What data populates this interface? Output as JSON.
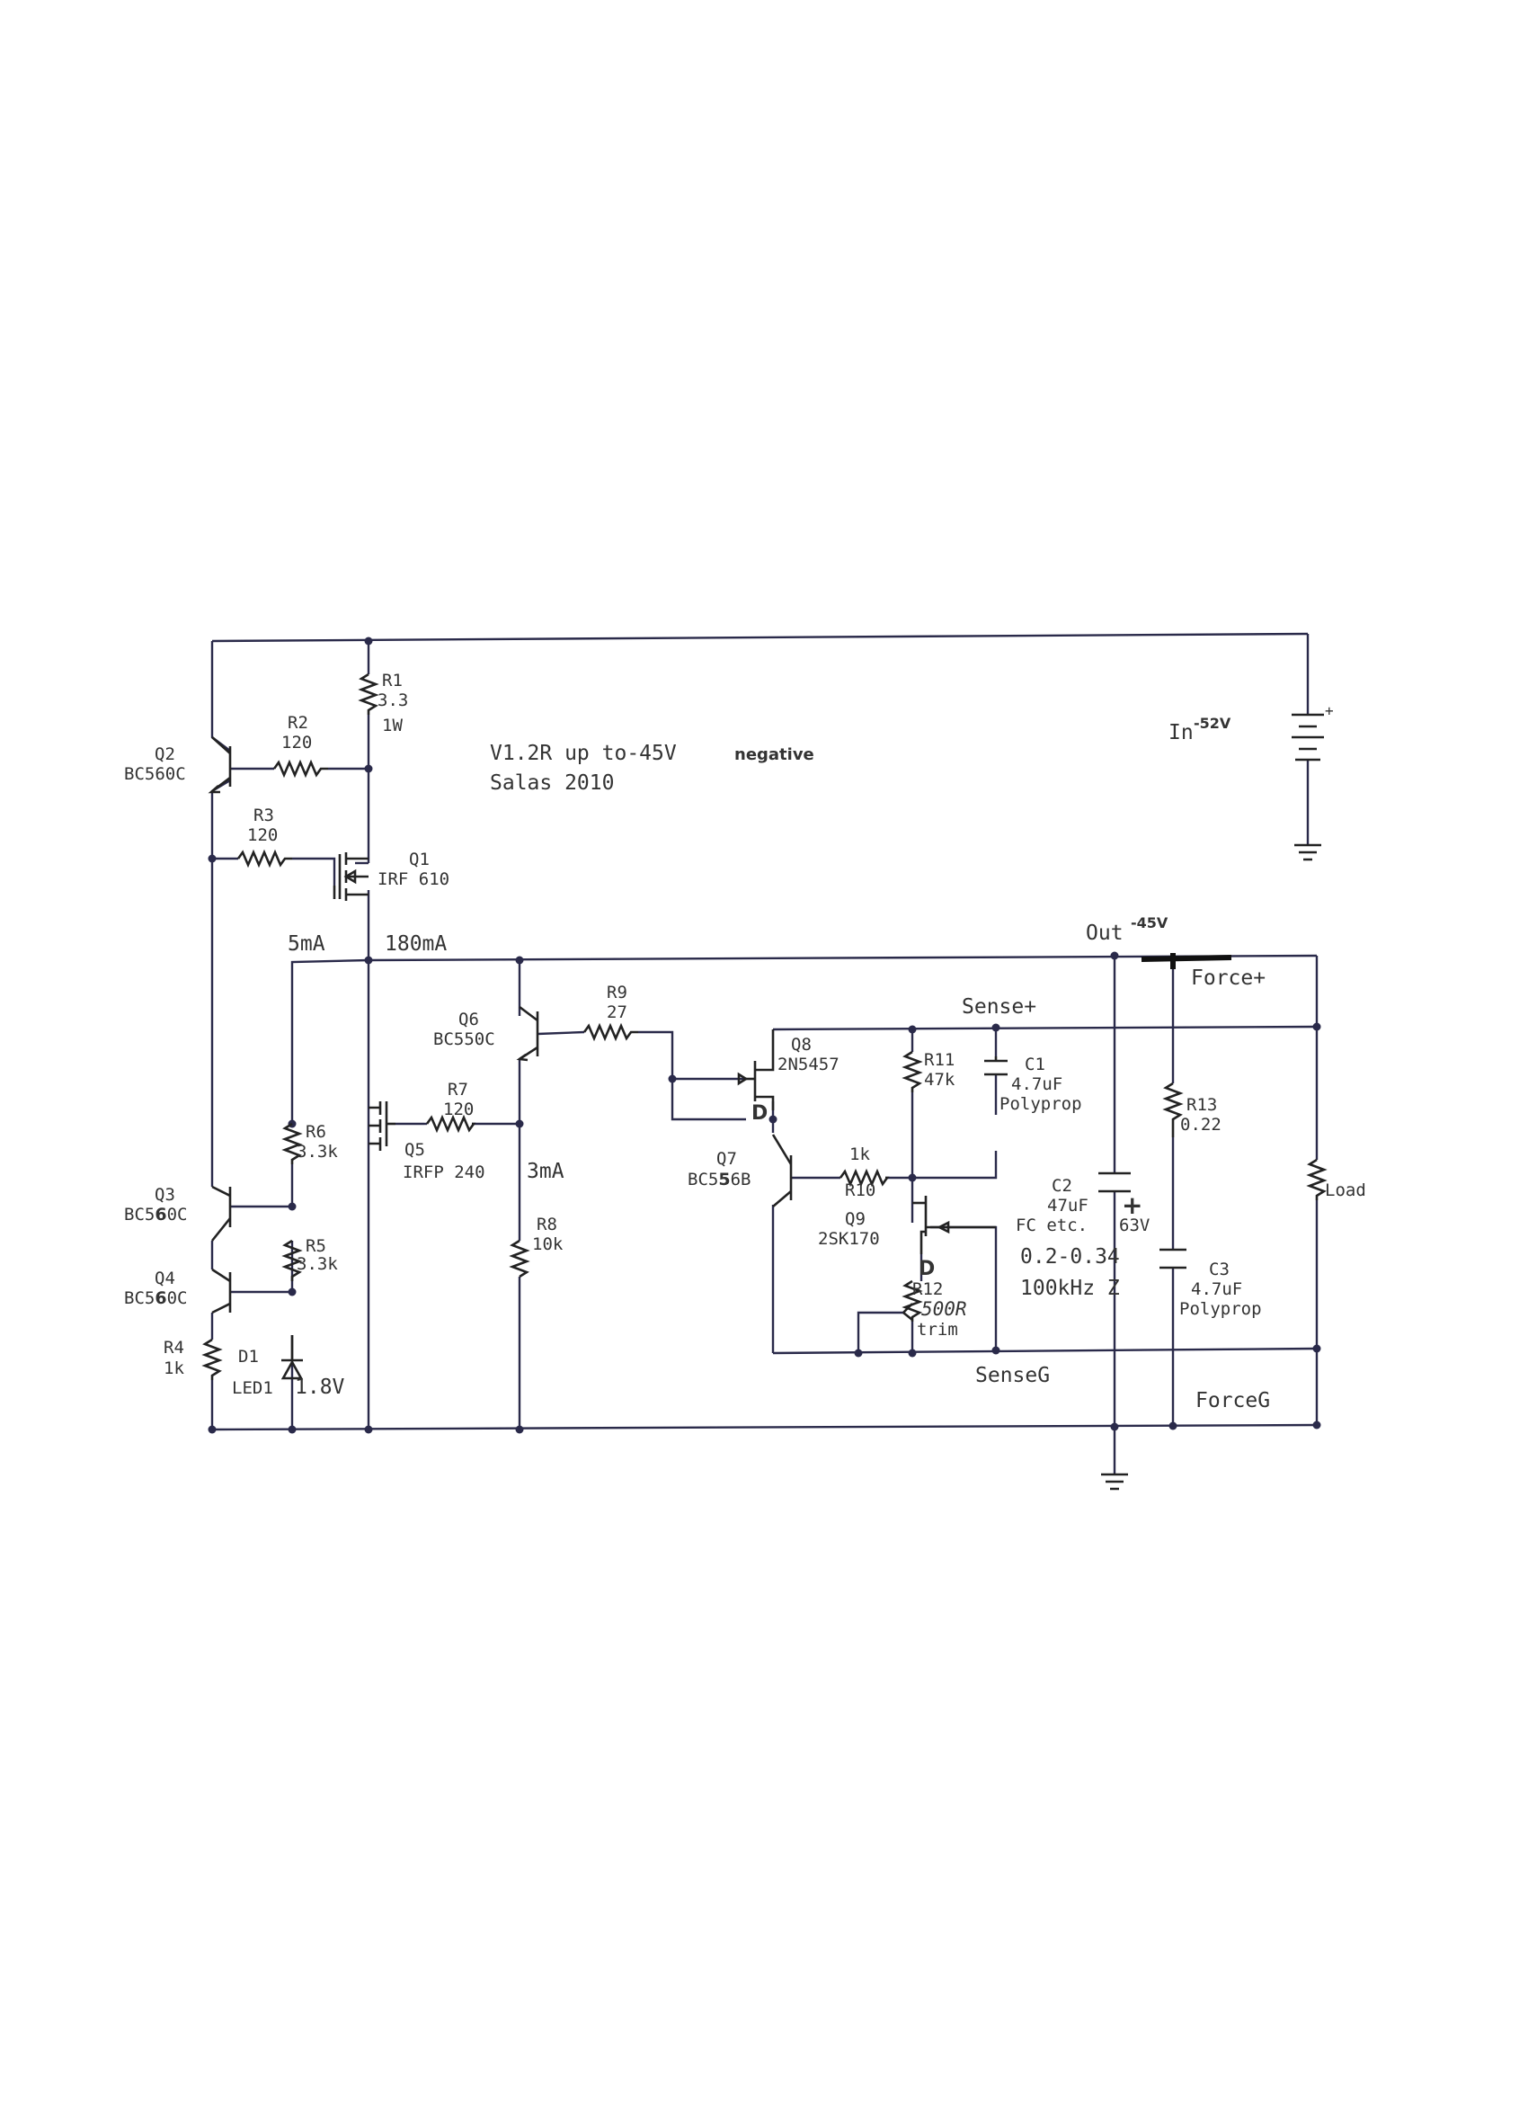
{
  "title": {
    "line1": "V1.2R up to-45V",
    "line1_suffix": "negative",
    "line2": "Salas 2010"
  },
  "input": {
    "label": "In",
    "voltage": "-52V"
  },
  "output": {
    "label": "Out",
    "voltage": "-45V"
  },
  "currents": {
    "i_5mA": "5mA",
    "i_180mA": "180mA",
    "i_3mA": "3mA"
  },
  "terminals": {
    "force_plus": "Force+",
    "sense_plus": "Sense+",
    "sense_g": "SenseG",
    "force_g": "ForceG",
    "load": "Load"
  },
  "components": {
    "r1": {
      "ref": "R1",
      "value": "3.3",
      "extra": "1W"
    },
    "r2": {
      "ref": "R2",
      "value": "120"
    },
    "r3": {
      "ref": "R3",
      "value": "120"
    },
    "r4": {
      "ref": "R4",
      "value": "1k"
    },
    "r5": {
      "ref": "R5",
      "value": "3.3k"
    },
    "r6": {
      "ref": "R6",
      "value": "3.3k"
    },
    "r7": {
      "ref": "R7",
      "value": "120"
    },
    "r8": {
      "ref": "R8",
      "value": "10k"
    },
    "r9": {
      "ref": "R9",
      "value": "27"
    },
    "r10": {
      "ref": "R10",
      "value": "1k"
    },
    "r11": {
      "ref": "R11",
      "value": "47k"
    },
    "r12": {
      "ref": "R12",
      "value": "500R",
      "extra": "trim"
    },
    "r13": {
      "ref": "R13",
      "value": "0.22"
    },
    "q1": {
      "ref": "Q1",
      "part": "IRF 610"
    },
    "q2": {
      "ref": "Q2",
      "part": "BC560C"
    },
    "q3": {
      "ref": "Q3",
      "part_a": "BC5",
      "part_b": "6",
      "part_c": "0C"
    },
    "q4": {
      "ref": "Q4",
      "part_a": "BC5",
      "part_b": "6",
      "part_c": "0C"
    },
    "q5": {
      "ref": "Q5",
      "part": "IRFP 240"
    },
    "q6": {
      "ref": "Q6",
      "part": "BC550C"
    },
    "q7": {
      "ref": "Q7",
      "part_a": "BC5",
      "part_b": "5",
      "part_c": "6B"
    },
    "q8": {
      "ref": "Q8",
      "part": "2N5457",
      "pin": "D"
    },
    "q9": {
      "ref": "Q9",
      "part": "2SK170",
      "pin": "D"
    },
    "d1": {
      "ref": "D1",
      "part": "LED1",
      "voltage": "1.8V"
    },
    "c1": {
      "ref": "C1",
      "value": "4.7uF",
      "type": "Polyprop"
    },
    "c2": {
      "ref": "C2",
      "value": "47uF",
      "type": "FC etc.",
      "rating": "63V",
      "polarity": "+"
    },
    "c3": {
      "ref": "C3",
      "value": "4.7uF",
      "type": "Polyprop"
    }
  },
  "impedance": {
    "line1": "0.2-0.34",
    "line2": "100kHz Z"
  },
  "battery_polarity": "+"
}
